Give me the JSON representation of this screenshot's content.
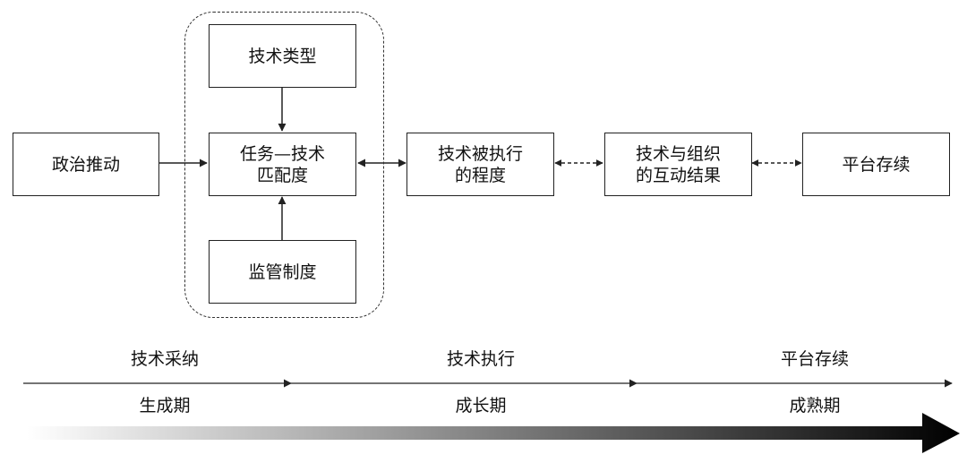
{
  "nodes": {
    "political_push": "政治推动",
    "tech_type": "技术类型",
    "task_tech_fit": "任务—技术\n匹配度",
    "regulation": "监管制度",
    "execution_degree": "技术被执行\n的程度",
    "interaction_result": "技术与组织\n的互动结果",
    "platform_survival": "平台存续"
  },
  "stages": {
    "names": [
      "技术采纳",
      "技术执行",
      "平台存续"
    ],
    "periods": [
      "生成期",
      "成长期",
      "成熟期"
    ]
  },
  "colors": {
    "line": "#222222",
    "gradient_start": "#ffffff",
    "gradient_end": "#000000"
  }
}
